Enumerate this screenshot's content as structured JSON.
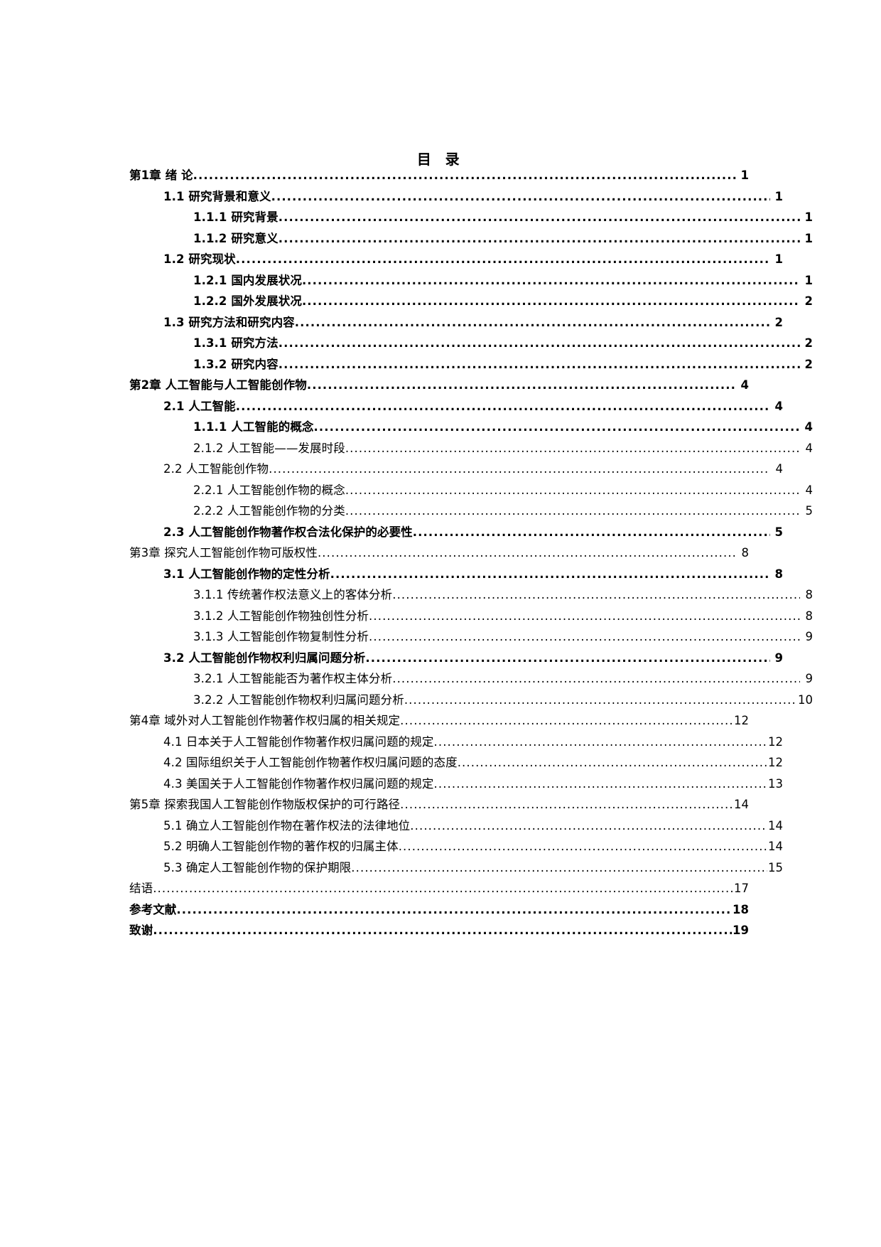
{
  "document": {
    "heading": "目  录"
  },
  "toc": {
    "entries": [
      {
        "label": "第1章 绪  论",
        "page": "1",
        "level": 1,
        "bold": true
      },
      {
        "label": "1.1 研究背景和意义",
        "page": "1",
        "level": 2,
        "bold": true
      },
      {
        "label": "1.1.1 研究背景",
        "page": "1",
        "level": 3,
        "bold": true
      },
      {
        "label": "1.1.2 研究意义",
        "page": "1",
        "level": 3,
        "bold": true
      },
      {
        "label": "1.2 研究现状",
        "page": "1",
        "level": 2,
        "bold": true
      },
      {
        "label": "1.2.1 国内发展状况",
        "page": "1",
        "level": 3,
        "bold": true
      },
      {
        "label": "1.2.2 国外发展状况",
        "page": "2",
        "level": 3,
        "bold": true
      },
      {
        "label": "1.3 研究方法和研究内容",
        "page": "2",
        "level": 2,
        "bold": true
      },
      {
        "label": "1.3.1 研究方法",
        "page": "2",
        "level": 3,
        "bold": true
      },
      {
        "label": "1.3.2 研究内容",
        "page": "2",
        "level": 3,
        "bold": true
      },
      {
        "label": "第2章  人工智能与人工智能创作物",
        "page": "4",
        "level": 1,
        "bold": true
      },
      {
        "label": "2.1 人工智能",
        "page": "4",
        "level": 2,
        "bold": true
      },
      {
        "label": "1.1.1  人工智能的概念",
        "page": "4",
        "level": 3,
        "bold": true
      },
      {
        "label": "2.1.2 人工智能——发展时段",
        "page": "4",
        "level": 3,
        "bold": false
      },
      {
        "label": "2.2 人工智能创作物",
        "page": "4",
        "level": 2,
        "bold": false
      },
      {
        "label": "2.2.1 人工智能创作物的概念",
        "page": "4",
        "level": 3,
        "bold": false
      },
      {
        "label": "2.2.2 人工智能创作物的分类",
        "page": "5",
        "level": 3,
        "bold": false
      },
      {
        "label": "2.3 人工智能创作物著作权合法化保护的必要性",
        "page": "5",
        "level": 2,
        "bold": true
      },
      {
        "label": "第3章  探究人工智能创作物可版权性",
        "page": "8",
        "level": 1,
        "bold": false
      },
      {
        "label": "3.1 人工智能创作物的定性分析",
        "page": "8",
        "level": 2,
        "bold": true
      },
      {
        "label": "3.1.1  传统著作权法意义上的客体分析",
        "page": "8",
        "level": 3,
        "bold": false
      },
      {
        "label": "3.1.2 人工智能创作物独创性分析",
        "page": "8",
        "level": 3,
        "bold": false
      },
      {
        "label": "3.1.3 人工智能创作物复制性分析",
        "page": "9",
        "level": 3,
        "bold": false
      },
      {
        "label": "3.2  人工智能创作物权利归属问题分析",
        "page": "9",
        "level": 2,
        "bold": true
      },
      {
        "label": "3.2.1  人工智能能否为著作权主体分析",
        "page": "9",
        "level": 3,
        "bold": false
      },
      {
        "label": "3.2.2  人工智能创作物权利归属问题分析",
        "page": "10",
        "level": 3,
        "bold": false
      },
      {
        "label": "第4章  域外对人工智能创作物著作权归属的相关规定",
        "page": "12",
        "level": 1,
        "bold": false
      },
      {
        "label": "4.1 日本关于人工智能创作物著作权归属问题的规定",
        "page": "12",
        "level": 2,
        "bold": false
      },
      {
        "label": "4.2 国际组织关于人工智能创作物著作权归属问题的态度",
        "page": "12",
        "level": 2,
        "bold": false
      },
      {
        "label": "4.3 美国关于人工智能创作物著作权归属问题的规定",
        "page": "13",
        "level": 2,
        "bold": false
      },
      {
        "label": "第5章  探索我国人工智能创作物版权保护的可行路径",
        "page": "14",
        "level": 1,
        "bold": false
      },
      {
        "label": "5.1 确立人工智能创作物在著作权法的法律地位",
        "page": "14",
        "level": 2,
        "bold": false
      },
      {
        "label": "5.2 明确人工智能创作物的著作权的归属主体",
        "page": "14",
        "level": 2,
        "bold": false
      },
      {
        "label": "5.3 确定人工智能创作物的保护期限",
        "page": "15",
        "level": 2,
        "bold": false
      },
      {
        "label": "结语",
        "page": "17",
        "level": 0,
        "bold": false
      },
      {
        "label": "参考文献",
        "page": "18",
        "level": 0,
        "bold": true
      },
      {
        "label": "致谢",
        "page": "19",
        "level": 0,
        "bold": true
      }
    ]
  },
  "style": {
    "text_color": "#000000",
    "background_color": "#ffffff"
  }
}
